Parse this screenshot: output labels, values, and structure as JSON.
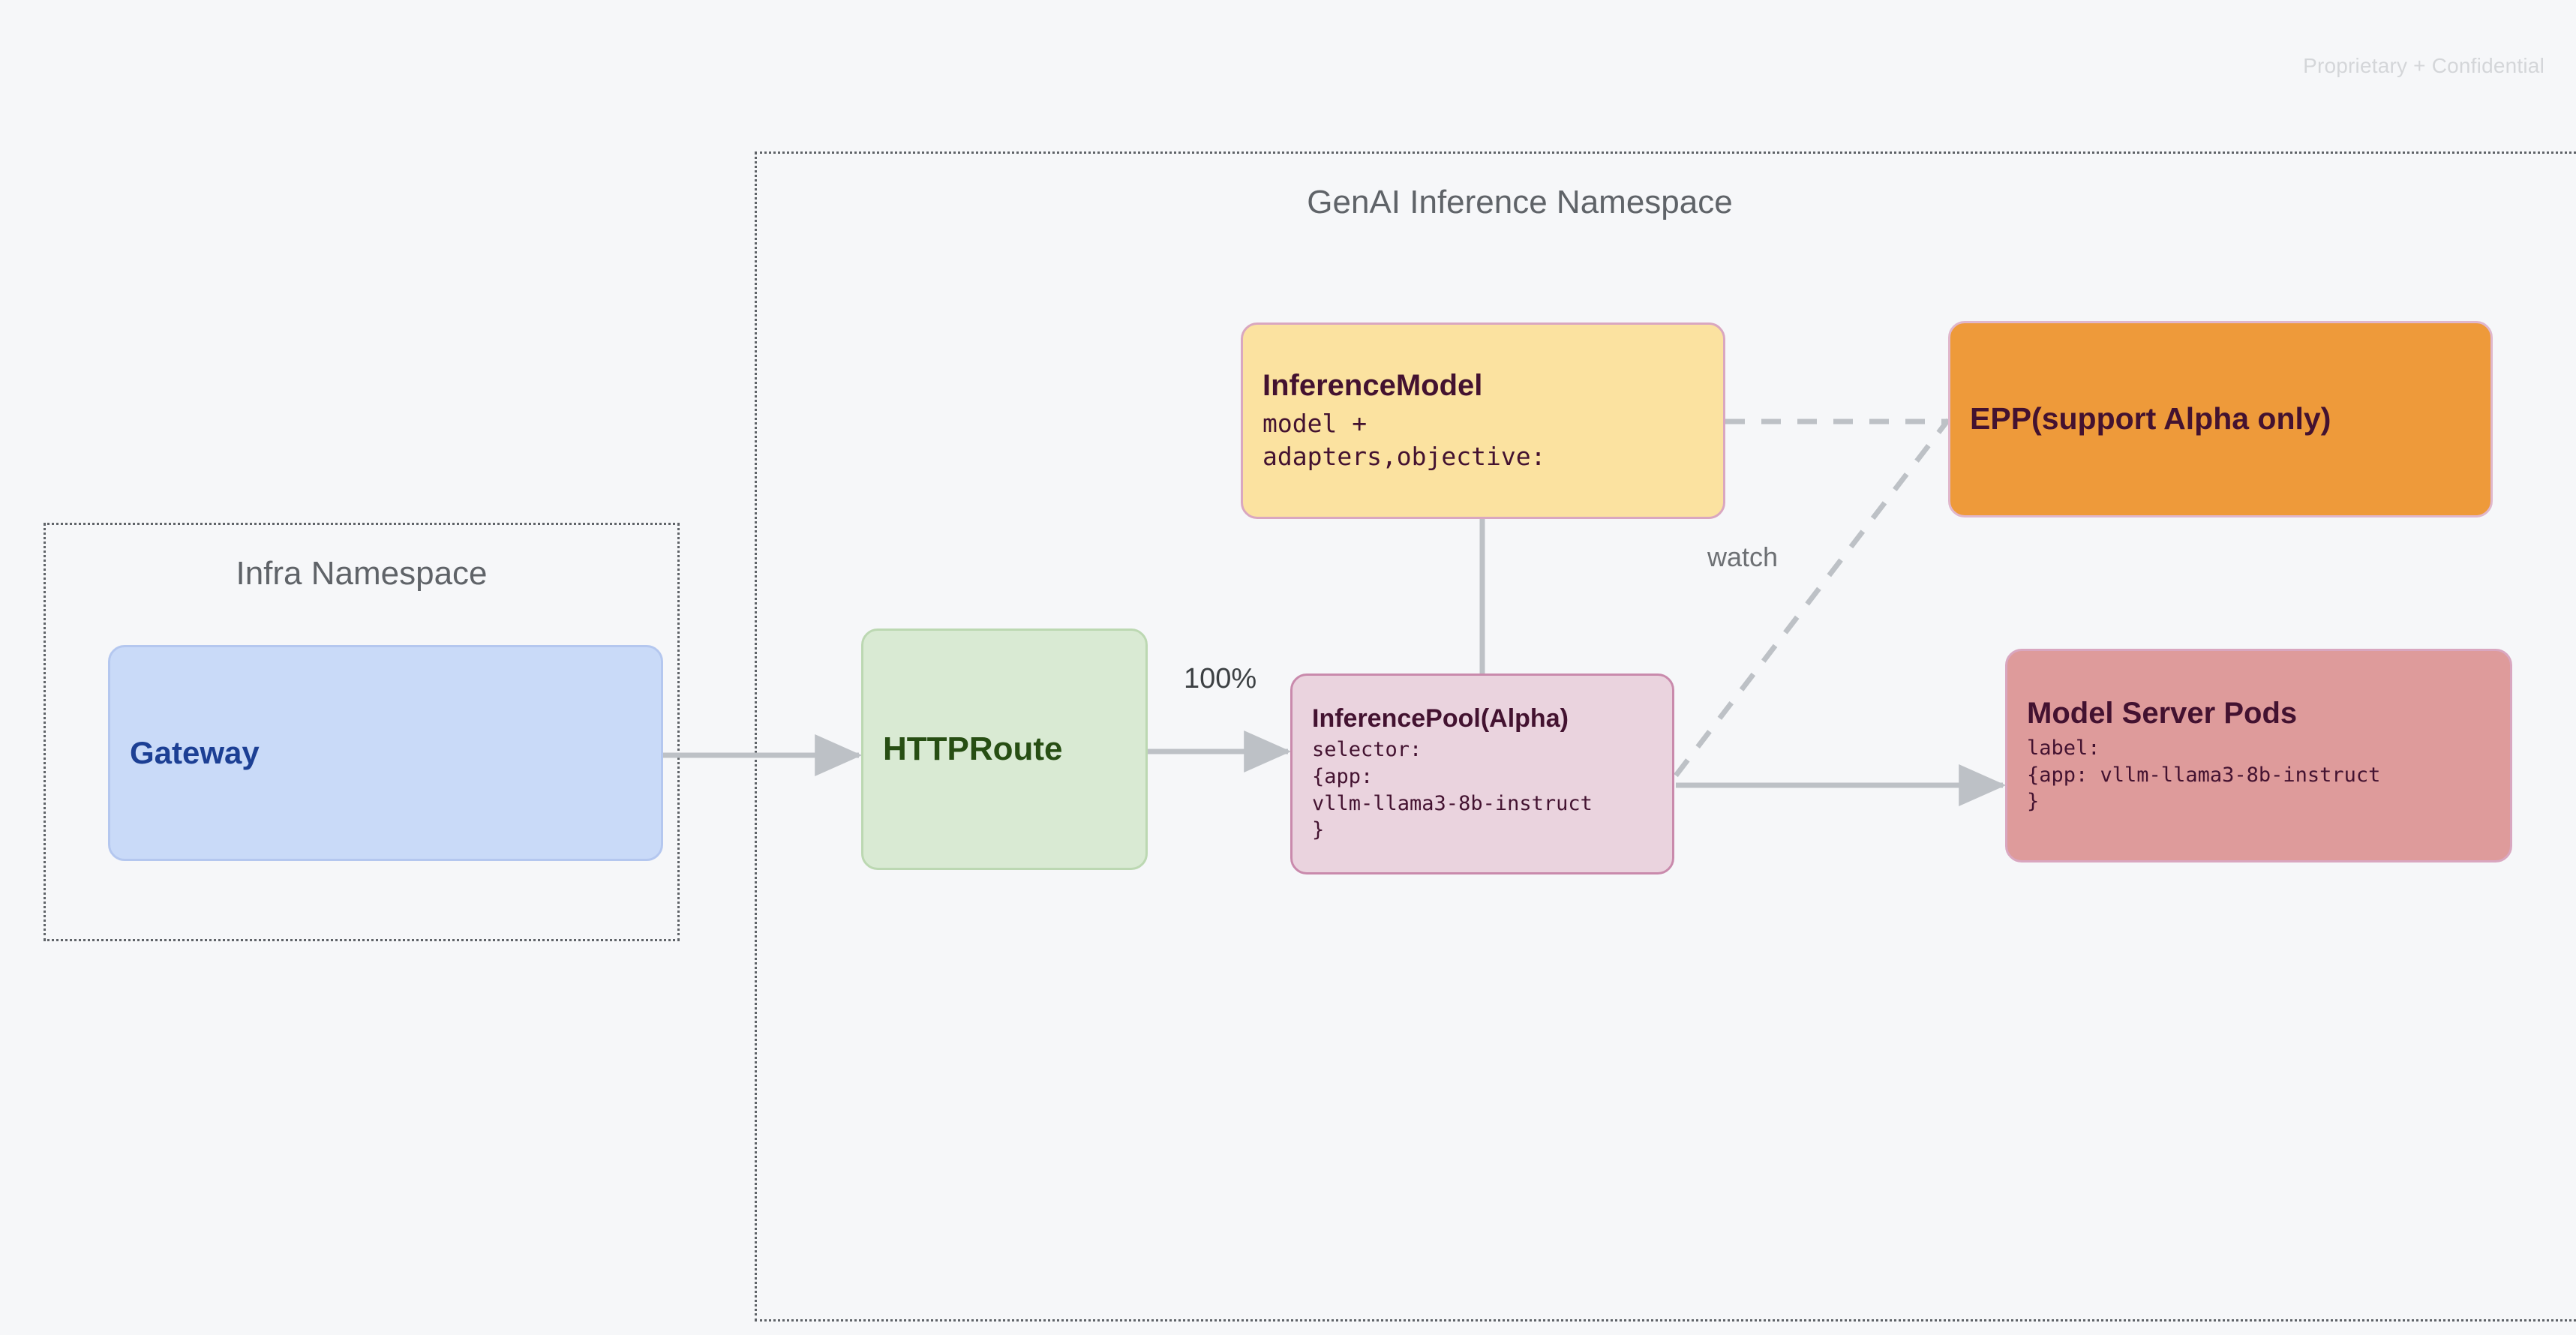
{
  "watermark": "Proprietary + Confidential",
  "namespaces": [
    {
      "id": "genai",
      "title": "GenAI Inference Namespace"
    },
    {
      "id": "infra",
      "title": "Infra Namespace"
    }
  ],
  "nodes": {
    "gateway": {
      "title": "Gateway",
      "fill": "#c9daf8",
      "border": "#b4c7ef",
      "text_color": "#1c3f94"
    },
    "httproute": {
      "title": "HTTPRoute",
      "fill": "#d9ead3",
      "border": "#bcd8b2",
      "text_color": "#274e13"
    },
    "inference_model": {
      "title": "InferenceModel",
      "body": "model +\nadapters,objective:",
      "fill": "#fbe2a0",
      "border": "#d9a7c0",
      "text_color": "#431230"
    },
    "inference_pool": {
      "title": "InferencePool(Alpha)",
      "body": "selector:\n{app:\nvllm-llama3-8b-instruct\n}",
      "fill": "#ead3de",
      "border": "#c98aac",
      "text_color": "#431230"
    },
    "epp": {
      "title": "EPP(support Alpha only)",
      "fill": "#ee9a3a",
      "border": "#e0b7cc",
      "text_color": "#431230"
    },
    "model_server_pods": {
      "title": "Model Server Pods",
      "body": "label:\n{app: vllm-llama3-8b-instruct\n}",
      "fill": "#de9b9b",
      "border": "#d9a7c0",
      "text_color": "#431230"
    }
  },
  "edges": {
    "gateway_to_httproute": {
      "label": "",
      "style": "solid-arrow"
    },
    "httproute_to_pool": {
      "label": "100%",
      "style": "solid-arrow"
    },
    "model_to_pool": {
      "label": "",
      "style": "solid-line"
    },
    "model_to_epp": {
      "label": "",
      "style": "dashed"
    },
    "pool_to_epp": {
      "label": "watch",
      "style": "dashed"
    },
    "pool_to_pods": {
      "label": "",
      "style": "solid-arrow"
    }
  },
  "colors": {
    "background": "#f6f7f9",
    "connector": "#bdc1c6",
    "namespace_border": "#5f6368",
    "namespace_title": "#5f6368"
  }
}
